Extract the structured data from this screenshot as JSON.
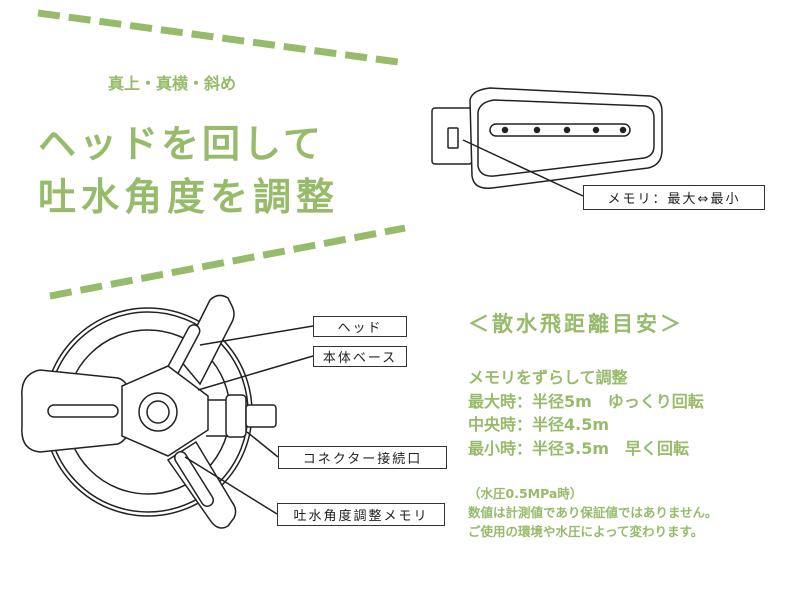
{
  "header": {
    "subtitle": "真上・真横・斜め",
    "title_line1": "ヘッドを回して",
    "title_line2": "吐水角度を調整"
  },
  "callouts": {
    "memory_range": "メモリ：最大⇔最小",
    "head": "ヘッド",
    "base": "本体ベース",
    "connector": "コネクター接続口",
    "angle_memory": "吐水角度調整メモリ"
  },
  "spray_guide": {
    "title": "＜散水飛距離目安＞",
    "lines": [
      "メモリをずらして調整",
      "最大時：半径5m　ゆっくり回転",
      "中央時：半径4.5m",
      "最小時：半径3.5m　早く回転"
    ],
    "notes": [
      "（水圧0.5MPa時）",
      "数値は計測値であり保証値ではありません。",
      "ご使用の環境や水圧によって変わります。"
    ]
  },
  "colors": {
    "accent": "#96bb6a",
    "line": "#333333"
  }
}
